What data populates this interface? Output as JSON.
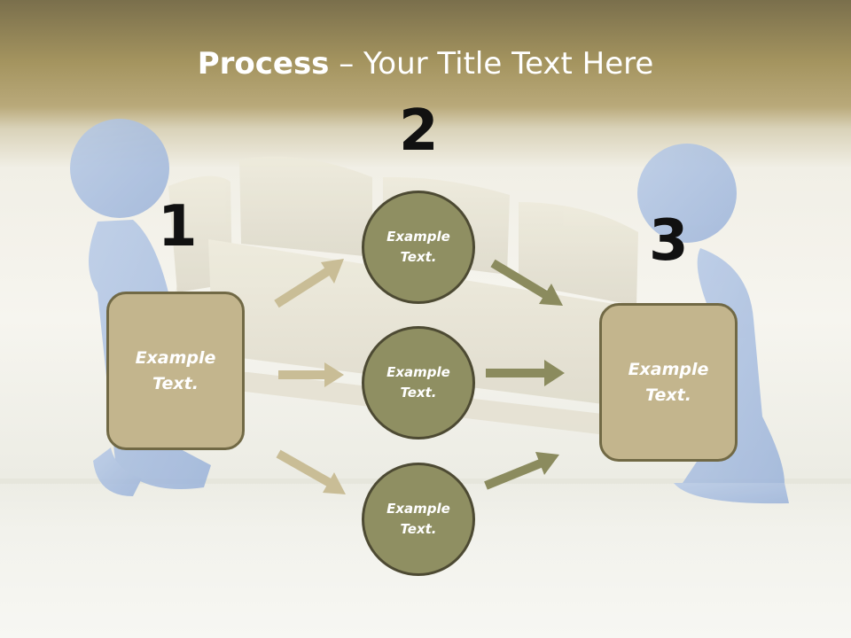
{
  "title": {
    "bold": "Process",
    "rest": " – Your Title Text Here"
  },
  "steps": {
    "one": "1",
    "two": "2",
    "three": "3"
  },
  "left_box": {
    "line1": "Example",
    "line2": "Text."
  },
  "right_box": {
    "line1": "Example",
    "line2": "Text."
  },
  "circles": [
    {
      "line1": "Example",
      "line2": "Text."
    },
    {
      "line1": "Example",
      "line2": "Text."
    },
    {
      "line1": "Example",
      "line2": "Text."
    }
  ],
  "colors": {
    "box_fill": "#c3b58d",
    "circle_fill": "#8f8f62",
    "arrow_light": "#c9bd96",
    "arrow_dark": "#8b8b5e",
    "figure_blue": "#a9bfe0"
  }
}
